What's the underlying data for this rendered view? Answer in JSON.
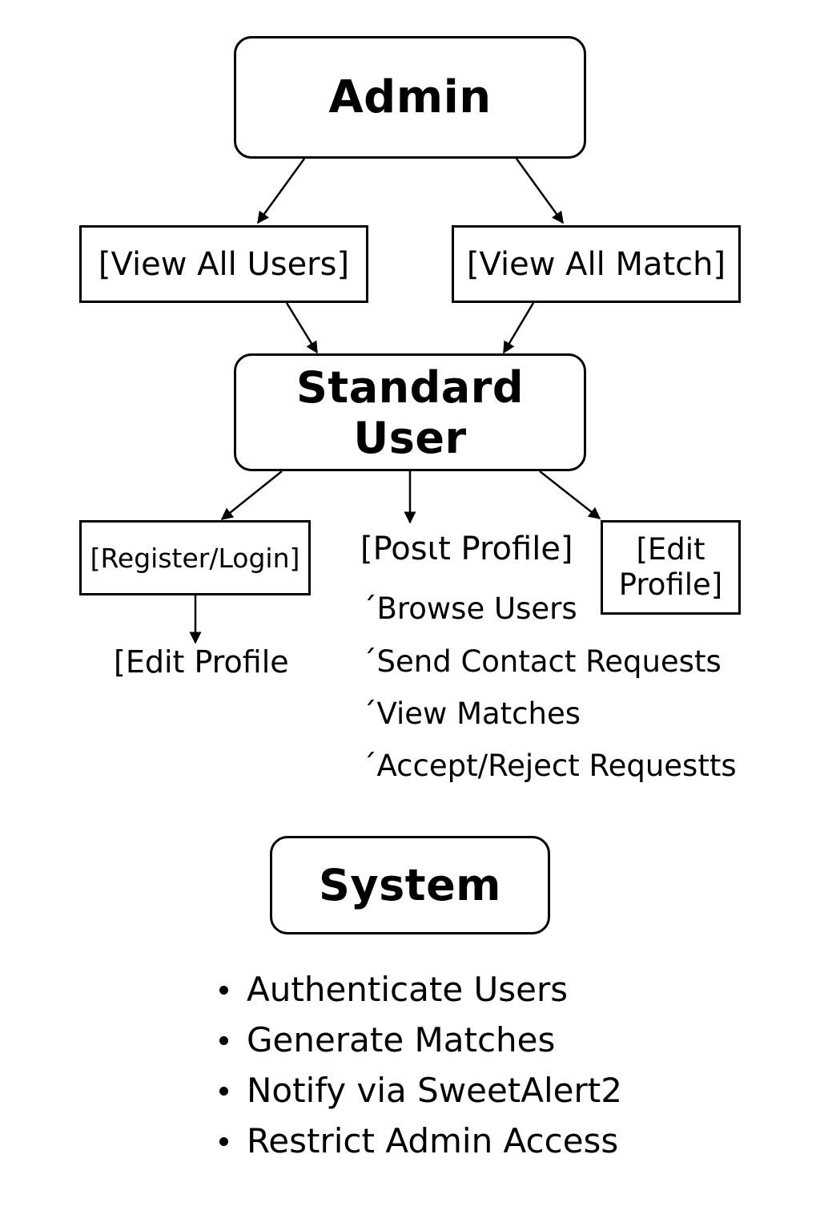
{
  "nodes": {
    "admin": "Admin",
    "view_all_users": "[View All Users]",
    "view_all_match": "[View All Match]",
    "standard_user": "Standard User",
    "register_login": "[Register/Login]",
    "post_profile": "[Posιt Profile]",
    "edit_profile_box": "[Edit\nProfile]",
    "edit_profile_text": "[Edit Profile",
    "system": "System"
  },
  "standard_user_actions": [
    "´Browse Users",
    "´Send Contact Requests",
    "´View Matches",
    "´Accept/Reject Requestts"
  ],
  "system_actions": [
    "Authenticate Users",
    "Generate Matches",
    "Notify via SweetAlert2",
    "Restrict Admin Access"
  ]
}
